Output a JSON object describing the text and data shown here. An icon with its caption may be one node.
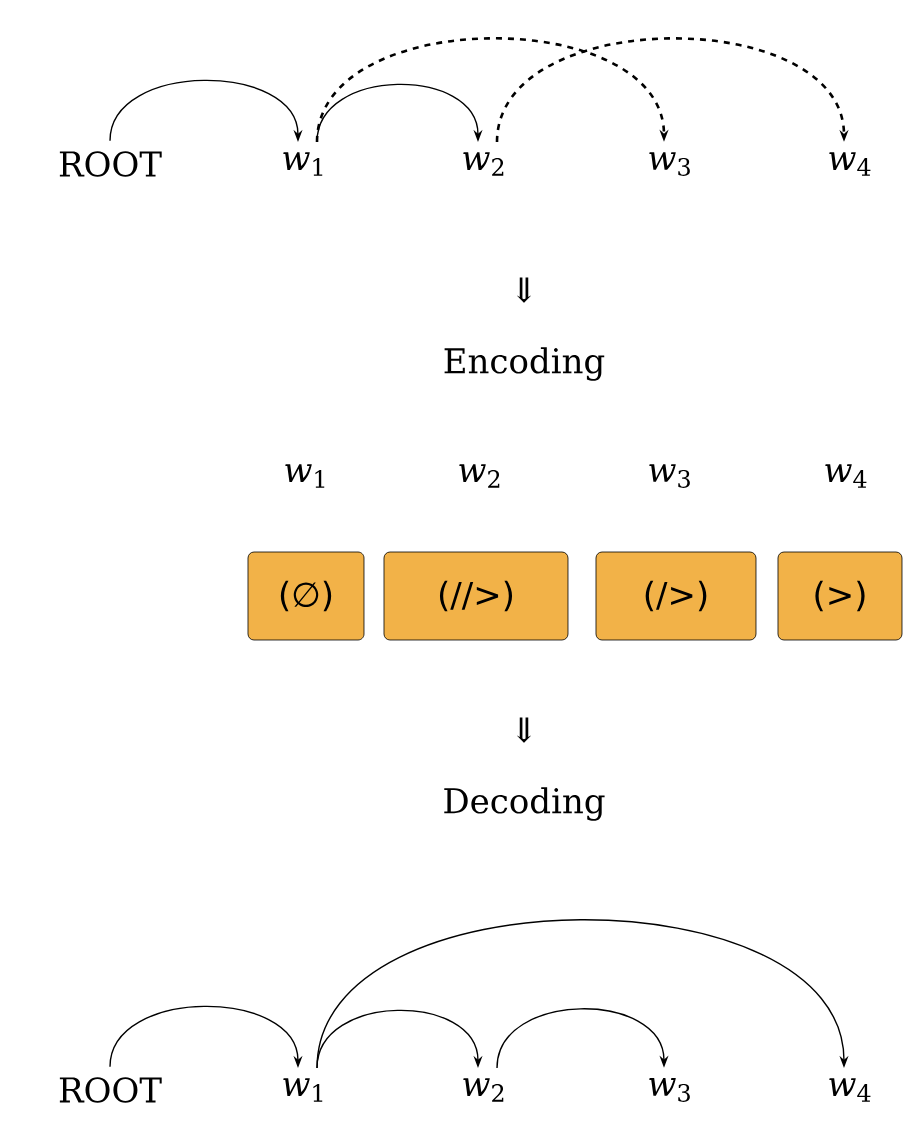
{
  "diagram": {
    "nodes": [
      {
        "text": [
          "ROOT"
        ]
      },
      {
        "text": [
          "*w*$_{1}$"
        ]
      },
      {
        "text": [
          "*w*$_{2}$"
        ]
      },
      {
        "text": [
          "*w*$_{3}$"
        ]
      },
      {
        "text": [
          "*w*$_{4}$"
        ]
      },
      {
        "text": [
          "(∅)"
        ]
      },
      {
        "text": [
          "(//>)"
        ]
      },
      {
        "text": [
          "(/>)"
        ]
      },
      {
        "text": [
          "(>)"
        ]
      },
      {
        "text": [
          "ROOT"
        ]
      },
      {
        "text": [
          "*w*$_{1}$"
        ]
      },
      {
        "text": [
          "*w*$_{2}$"
        ]
      },
      {
        "text": [
          "*w*$_{3}$"
        ]
      },
      {
        "text": [
          "*w*$_{4}$"
        ]
      }
    ],
    "edges": [
      {
        "from": 0,
        "to": 1,
        "arrow": "to"
      },
      {
        "from": 1,
        "to": 2,
        "arrow": "to"
      },
      {
        "from": 1,
        "to": 3,
        "arrow": "to",
        "style": "dashed"
      },
      {
        "from": 2,
        "to": 4,
        "arrow": "to",
        "style": "dashed"
      },
      {
        "from": 9,
        "to": 10,
        "arrow": "to"
      },
      {
        "from": 10,
        "to": 11,
        "arrow": "to"
      },
      {
        "from": 11,
        "to": 12,
        "arrow": "to"
      },
      {
        "from": 10,
        "to": 13,
        "arrow": "to"
      }
    ],
    "labels": [
      "⇓",
      "Encoding",
      "*w*$_{1}$",
      "*w*$_{2}$",
      "*w*$_{3}$",
      "*w*$_{4}$",
      "⇓",
      "Decoding"
    ]
  }
}
